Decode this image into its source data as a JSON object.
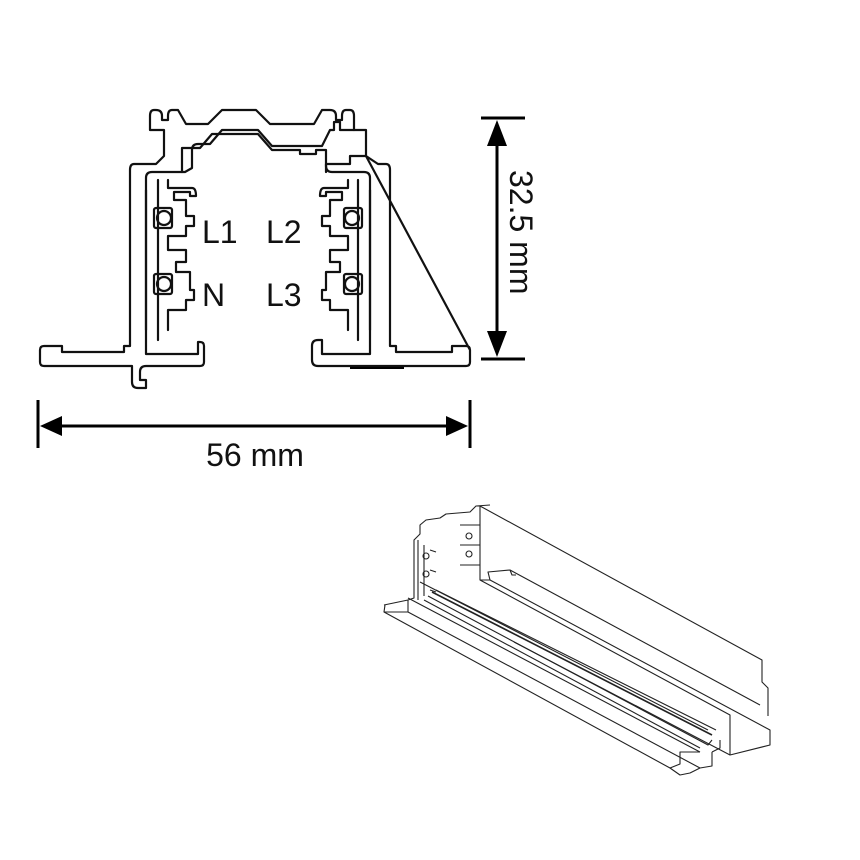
{
  "diagram": {
    "subject": "3-phase lighting track profile cross-section and isometric view",
    "phase_labels": {
      "top_left": "L1",
      "top_right": "L2",
      "bottom_left": "N",
      "bottom_right": "L3"
    },
    "dimensions": {
      "width": {
        "value": "56",
        "unit": "mm",
        "label": "56 mm"
      },
      "height": {
        "value": "32.5",
        "unit": "mm",
        "label": "32.5 mm"
      }
    },
    "colors": {
      "line": "#111111",
      "background": "#ffffff"
    }
  }
}
